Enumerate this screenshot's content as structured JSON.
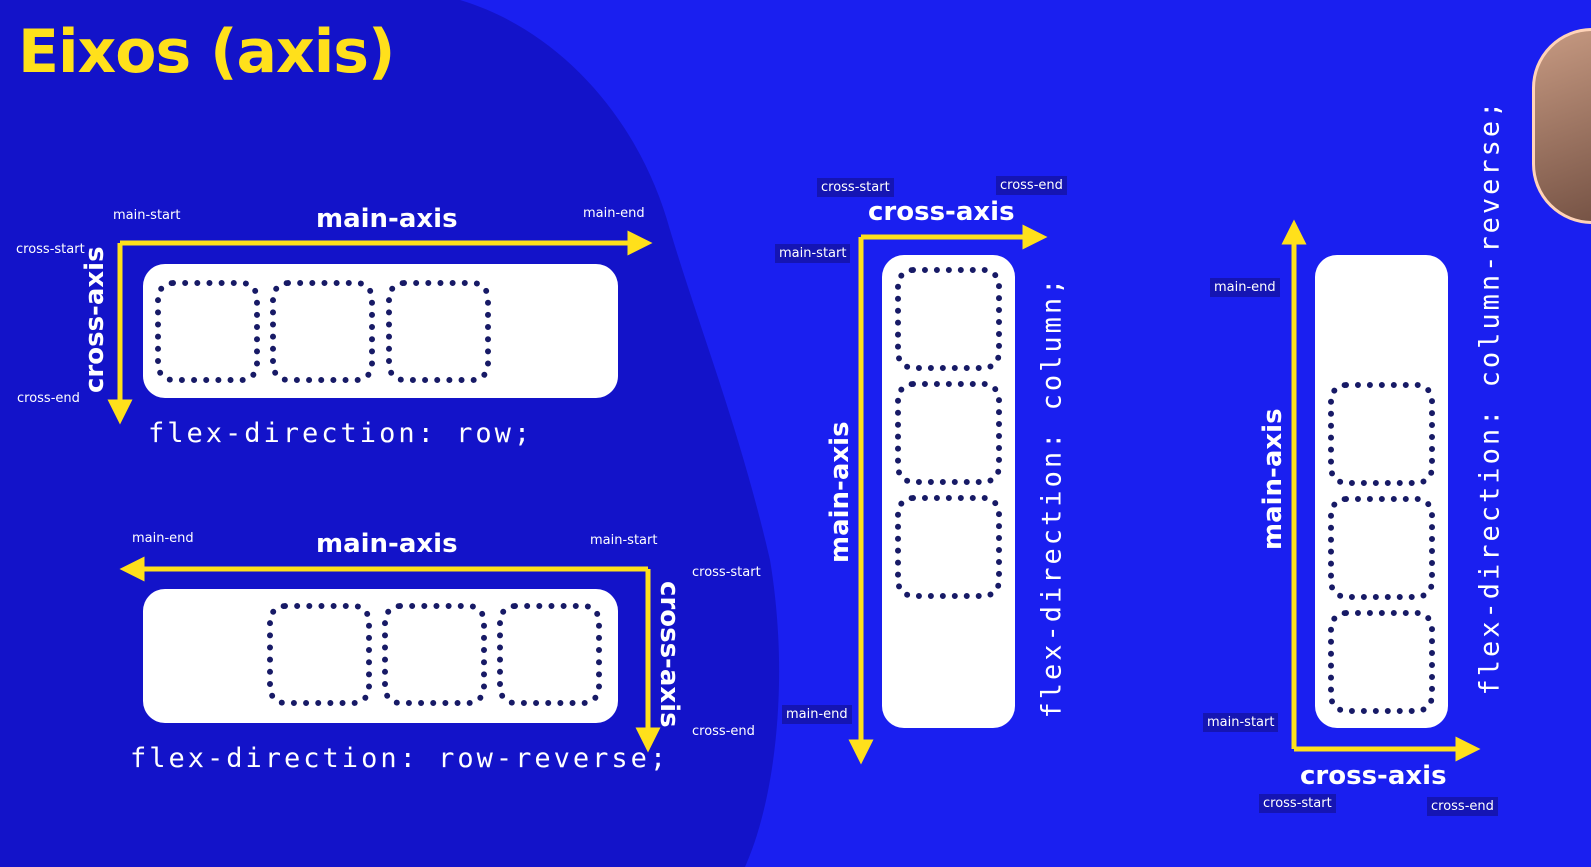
{
  "title": "Eixos (axis)",
  "colors": {
    "background": "#1a1ff0",
    "blob": "#1313c9",
    "title": "#ffe01b",
    "arrow": "#ffe01b",
    "container": "#ffffff",
    "item_border": "#171a66"
  },
  "diagrams": {
    "row": {
      "main_axis": "main-axis",
      "cross_axis": "cross-axis",
      "main_start": "main-start",
      "main_end": "main-end",
      "cross_start": "cross-start",
      "cross_end": "cross-end",
      "code": "flex-direction: row;"
    },
    "row_reverse": {
      "main_axis": "main-axis",
      "cross_axis": "cross-axis",
      "main_start": "main-start",
      "main_end": "main-end",
      "cross_start": "cross-start",
      "cross_end": "cross-end",
      "code": "flex-direction: row-reverse;"
    },
    "column": {
      "main_axis": "main-axis",
      "cross_axis": "cross-axis",
      "main_start": "main-start",
      "main_end": "main-end",
      "cross_start": "cross-start",
      "cross_end": "cross-end",
      "code": "flex-direction: column;"
    },
    "column_reverse": {
      "main_axis": "main-axis",
      "cross_axis": "cross-axis",
      "main_start": "main-start",
      "main_end": "main-end",
      "cross_start": "cross-start",
      "cross_end": "cross-end",
      "code": "flex-direction: column-reverse;"
    }
  }
}
